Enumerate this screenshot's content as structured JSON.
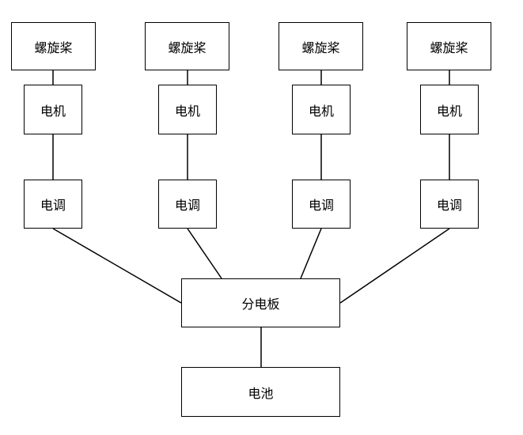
{
  "diagram": {
    "propellers": [
      "螺旋桨",
      "螺旋桨",
      "螺旋桨",
      "螺旋桨"
    ],
    "motors": [
      "电机",
      "电机",
      "电机",
      "电机"
    ],
    "escs": [
      "电调",
      "电调",
      "电调",
      "电调"
    ],
    "power_distribution_board": "分电板",
    "battery": "电池"
  }
}
